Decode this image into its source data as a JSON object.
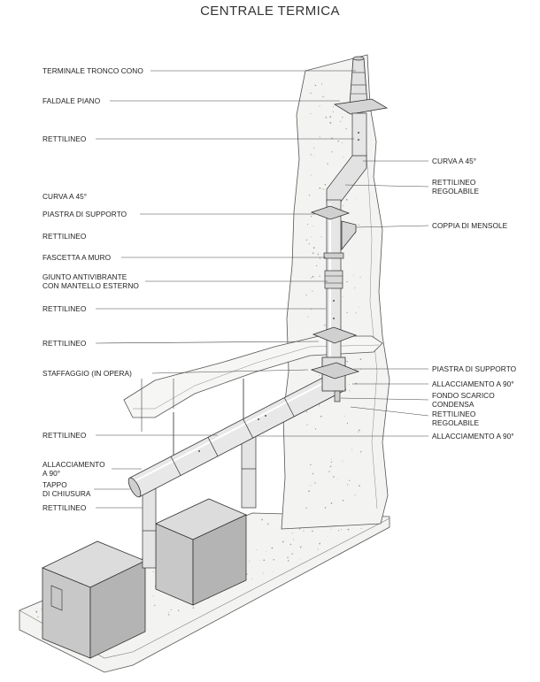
{
  "title": "CENTRALE TERMICA",
  "labels_left": [
    {
      "lines": [
        "TERMINALE TRONCO CONO"
      ]
    },
    {
      "lines": [
        "FALDALE PIANO"
      ]
    },
    {
      "lines": [
        "RETTILINEO"
      ]
    },
    {
      "lines": [
        "CURVA A 45°"
      ]
    },
    {
      "lines": [
        "PIASTRA DI SUPPORTO"
      ]
    },
    {
      "lines": [
        "RETTILINEO"
      ]
    },
    {
      "lines": [
        "FASCETTA A MURO"
      ]
    },
    {
      "lines": [
        "GIUNTO ANTIVIBRANTE",
        "CON MANTELLO ESTERNO"
      ]
    },
    {
      "lines": [
        "RETTILINEO"
      ]
    },
    {
      "lines": [
        "RETTILINEO"
      ]
    },
    {
      "lines": [
        "STAFFAGGIO (IN OPERA)"
      ]
    },
    {
      "lines": [
        "RETTILINEO"
      ]
    },
    {
      "lines": [
        "ALLACCIAMENTO",
        "A 90°"
      ]
    },
    {
      "lines": [
        "TAPPO",
        "DI CHIUSURA"
      ]
    },
    {
      "lines": [
        "RETTILINEO"
      ]
    }
  ],
  "labels_right": [
    {
      "lines": [
        "CURVA A 45°"
      ]
    },
    {
      "lines": [
        "RETTILINEO",
        "REGOLABILE"
      ]
    },
    {
      "lines": [
        "COPPIA DI MENSOLE"
      ]
    },
    {
      "lines": [
        "PIASTRA DI SUPPORTO"
      ]
    },
    {
      "lines": [
        "ALLACCIAMENTO A 90°"
      ]
    },
    {
      "lines": [
        "FONDO SCARICO",
        "CONDENSA"
      ]
    },
    {
      "lines": [
        "RETTILINEO",
        "REGOLABILE"
      ]
    },
    {
      "lines": [
        "ALLACCIAMENTO A 90°"
      ]
    }
  ]
}
